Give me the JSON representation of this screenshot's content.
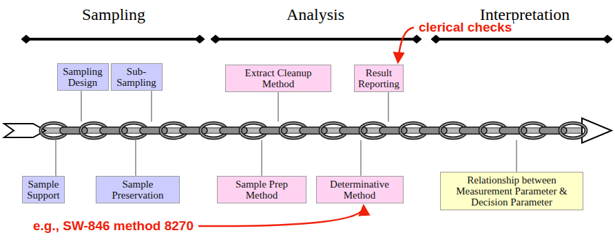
{
  "diagram": {
    "nodes": [
      {
        "text": [
          "Sample Support"
        ]
      },
      {
        "text": [
          "Sampling Design"
        ]
      },
      {
        "text": [
          "Sub-Sampling"
        ]
      },
      {
        "text": [
          "Sample Preservation"
        ]
      },
      {
        "text": [
          "Sample Prep Method"
        ]
      },
      {
        "text": [
          "Extract Cleanup Method"
        ]
      },
      {
        "text": [
          "Determinative Method"
        ]
      },
      {
        "text": [
          "Result Reporting"
        ]
      },
      {
        "text": [
          "Relationship between Measurement Parameter & Decision Parameter"
        ]
      }
    ],
    "labels": [
      "Sampling",
      "Analysis",
      "Interpretation",
      "clerical checks",
      "e.g., SW-846 method 8270"
    ]
  }
}
